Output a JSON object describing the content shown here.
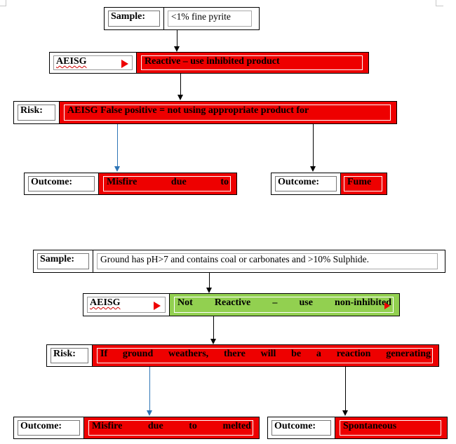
{
  "labels": {
    "sample": "Sample:",
    "aeisg": "AEISG",
    "risk": "Risk:",
    "outcome": "Outcome:"
  },
  "flow1": {
    "sample": "<1% fine pyrite",
    "aeisg": "Reactive – use inhibited product",
    "risk": "AEISG False positive = not using appropriate product for",
    "outcome_left_words": [
      "Misfire",
      "due",
      "to"
    ],
    "outcome_right": "Fume"
  },
  "flow2": {
    "sample": "Ground has pH>7 and contains coal or carbonates and >10% Sulphide.",
    "aeisg_words": [
      "Not",
      "Reactive",
      "–",
      "use",
      "non-inhibited"
    ],
    "risk_words": [
      "If",
      "ground",
      "weathers,",
      "there",
      "will",
      "be",
      "a",
      "reaction",
      "generating"
    ],
    "outcome_left_words": [
      "Misfire",
      "due",
      "to",
      "melted"
    ],
    "outcome_right": "Spontaneous"
  },
  "colors": {
    "red": "#ee0000",
    "green": "#92d050",
    "arrow_black": "#000000",
    "arrow_blue": "#2e75b6"
  },
  "icons": [
    "red-triangle-icon",
    "arrow-down-icon"
  ]
}
